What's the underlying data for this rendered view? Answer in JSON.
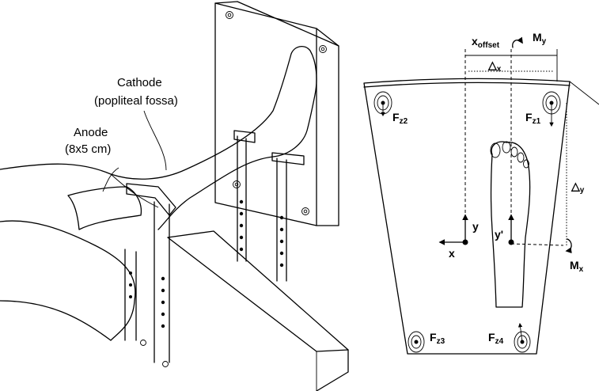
{
  "labels": {
    "cathode_line1": "Cathode",
    "cathode_line2": "(popliteal fossa)",
    "anode_line1": "Anode",
    "anode_line2": "(8x5 cm)"
  },
  "platform": {
    "x_offset": {
      "main": "x",
      "sub": "offset"
    },
    "My": {
      "main": "M",
      "sub": "y"
    },
    "Mx": {
      "main": "M",
      "sub": "x"
    },
    "delta_x": {
      "main": "△",
      "sub": "x"
    },
    "delta_y": {
      "main": "△",
      "sub": "y"
    },
    "Fz1": {
      "main": "F",
      "sub": "z1"
    },
    "Fz2": {
      "main": "F",
      "sub": "z2"
    },
    "Fz3": {
      "main": "F",
      "sub": "z3"
    },
    "Fz4": {
      "main": "F",
      "sub": "z4"
    },
    "axis_x": "x",
    "axis_y": "y",
    "axis_y_prime": "y'"
  }
}
